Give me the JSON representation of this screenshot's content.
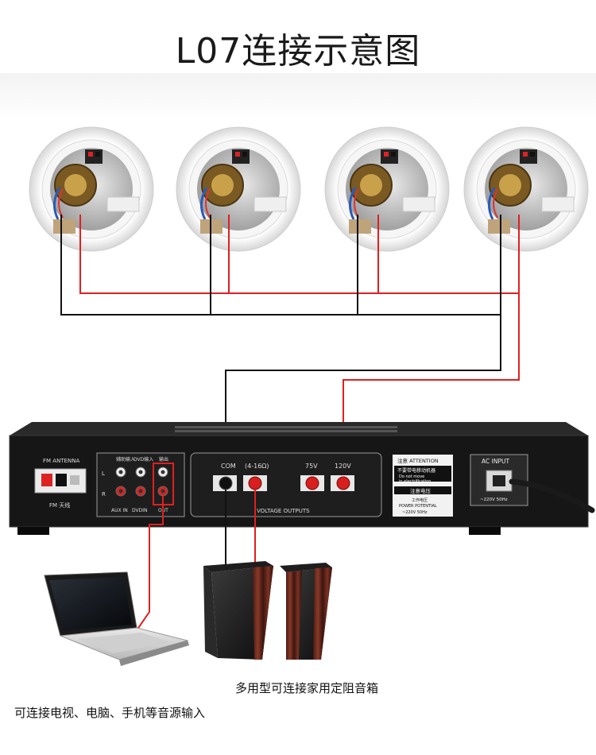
{
  "title": "L07连接示意图",
  "amplifier": {
    "fm_antenna_label": "FM ANTENNA",
    "fm_sub_label": "FM 天线",
    "input_labels_cn": [
      "辅助输入",
      "DVD输入",
      "输出"
    ],
    "input_labels_en": [
      "AUX IN",
      "DVDIN",
      "OUT"
    ],
    "channel_l": "L",
    "channel_r": "R",
    "voltage_labels": [
      "COM",
      "(4-16Ω)",
      "75V",
      "120V"
    ],
    "voltage_outputs_label": "VOLTAGE OUTPUTS",
    "attention": {
      "header": "注意 ATTENTION",
      "cn": "不要带电移动机器",
      "en1": "Do not move",
      "en2": "in electrification"
    },
    "power": {
      "header": "注意电压",
      "cn": "工作电压",
      "en": "POWER POTENTIAL",
      "spec": "~220V 50Hz"
    },
    "ac_input_label": "AC INPUT",
    "ac_spec": "~220V 50Hz"
  },
  "captions": {
    "speakers": "多用型可连接家用定阻音箱",
    "sources": "可连接电视、电脑、手机等音源输入"
  },
  "colors": {
    "wire_red": "#e02020",
    "wire_black": "#111111",
    "amp_body": "#161616",
    "terminal_red": "#d81e1e",
    "speaker_wood": "#6b2a1e"
  }
}
